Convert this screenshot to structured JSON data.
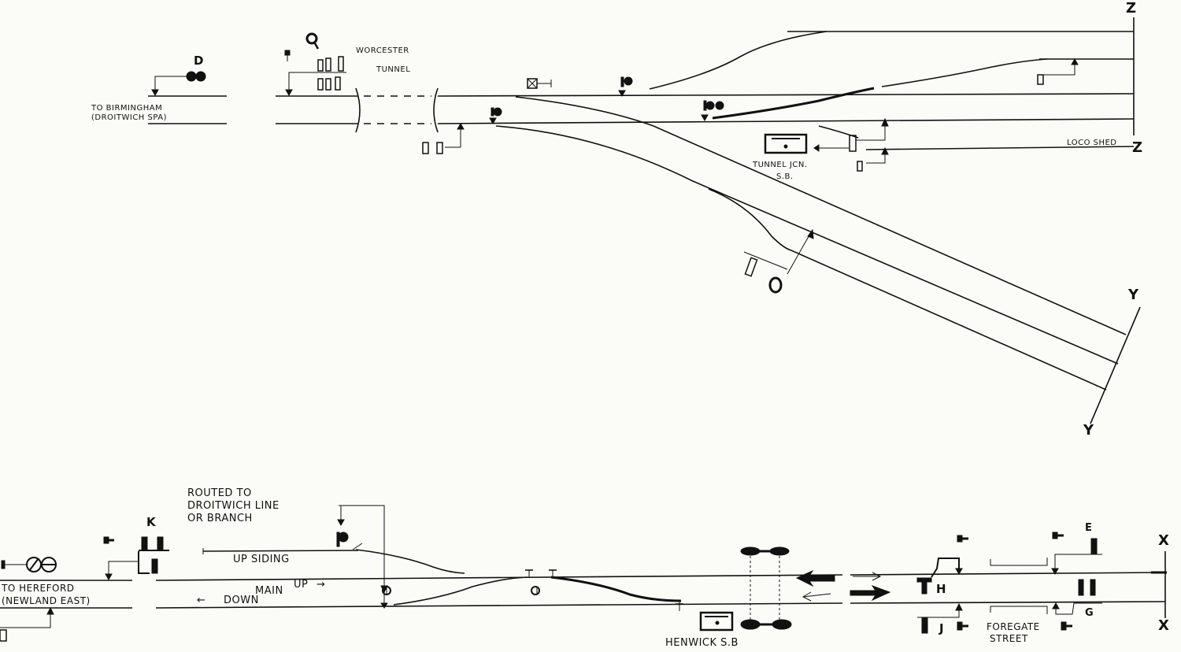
{
  "diagram": {
    "title": "Worcester signalling track diagram (Tunnel Jcn / Henwick)",
    "top": {
      "signal_D": "D",
      "to_birmingham": "TO BIRMINGHAM",
      "droitwich_spa": "(DROITWICH SPA)",
      "worcester": "WORCESTER",
      "tunnel": "TUNNEL",
      "tunnel_jcn": "TUNNEL JCN.",
      "sb": "S.B.",
      "loco_shed": "LOCO SHED",
      "z_top": "Z",
      "z_bottom": "Z",
      "y_top": "Y",
      "y_bottom": "Y"
    },
    "bottom": {
      "routed_1": "ROUTED TO",
      "routed_2": "DROITWICH LINE",
      "routed_3": "OR BRANCH",
      "signal_K": "K",
      "to_hereford": "TO HEREFORD",
      "newland_east": "(NEWLAND EAST)",
      "up_siding": "UP SIDING",
      "main": "MAIN",
      "up": "UP",
      "down": "DOWN",
      "henwick_sb": "HENWICK S.B",
      "signal_H": "H",
      "signal_J": "J",
      "signal_E": "E",
      "signal_G": "G",
      "foregate_1": "FOREGATE",
      "foregate_2": "STREET",
      "x_top": "X",
      "x_bottom": "X"
    }
  }
}
